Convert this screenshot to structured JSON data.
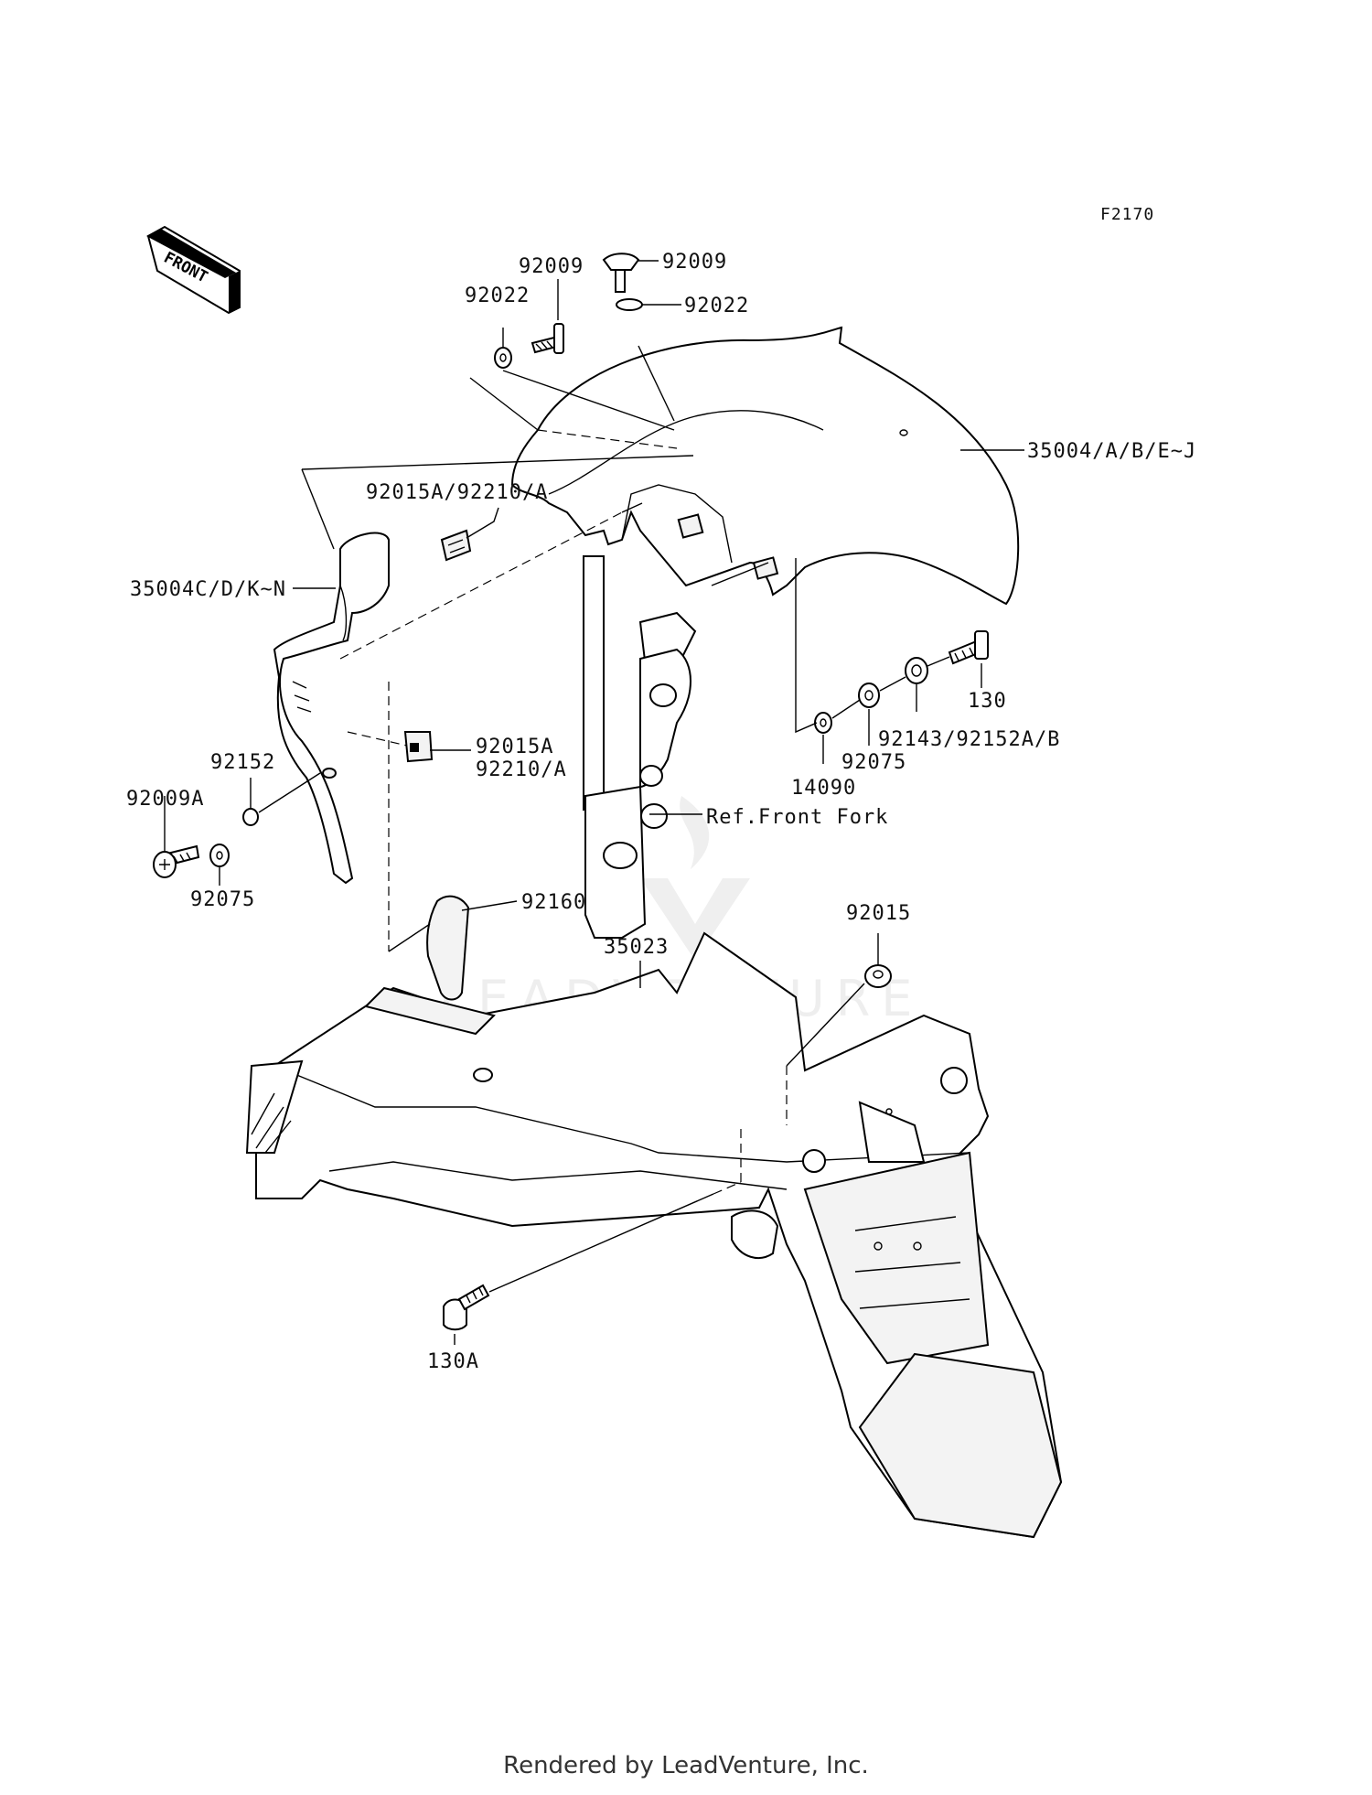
{
  "figure_code": "F2170",
  "front_badge": "FRONT",
  "watermark": "LEADVENTURE",
  "footer": "Rendered by LeadVenture, Inc.",
  "labels": {
    "p92009_left": "92009",
    "p92009_right": "92009",
    "p92022_left": "92022",
    "p92022_right": "92022",
    "p35004_main": "35004/A/B/E~J",
    "p92015A_92210A_top": "92015A/92210/A",
    "p35004_cdkn": "35004C/D/K~N",
    "p130": "130",
    "p92143": "92143/92152A/B",
    "p92075_right": "92075",
    "p14090": "14090",
    "p92015A_mid": "92015A",
    "p92210A_mid": "92210/A",
    "p92152": "92152",
    "p92009A": "92009A",
    "p92075_left": "92075",
    "ref_front_fork": "Ref.Front Fork",
    "p92160": "92160",
    "p35023": "35023",
    "p92015": "92015",
    "p130A": "130A"
  }
}
